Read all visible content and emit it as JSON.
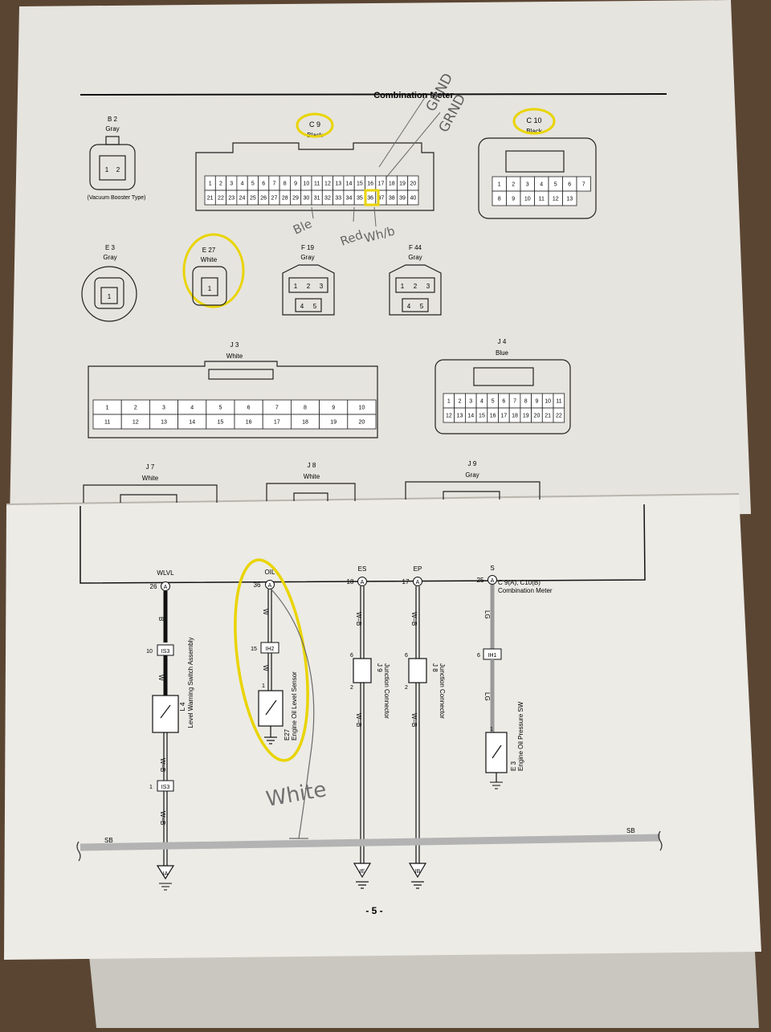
{
  "header": {
    "title": "Combination Meter",
    "page_number": "- 5 -"
  },
  "connectors": {
    "b2": {
      "id": "B 2",
      "color": "Gray",
      "note": "(Vacuum Booster Type)",
      "pins": [
        "1",
        "2"
      ]
    },
    "c9": {
      "id": "C 9",
      "color": "Black",
      "row1": [
        "1",
        "2",
        "3",
        "4",
        "5",
        "6",
        "7",
        "8",
        "9",
        "10",
        "11",
        "12",
        "13",
        "14",
        "15",
        "16",
        "17",
        "18",
        "19",
        "20"
      ],
      "row2": [
        "21",
        "22",
        "23",
        "24",
        "25",
        "26",
        "27",
        "28",
        "29",
        "30",
        "31",
        "32",
        "33",
        "34",
        "35",
        "36",
        "37",
        "38",
        "39",
        "40"
      ]
    },
    "c10": {
      "id": "C 10",
      "color": "Black",
      "row1": [
        "1",
        "2",
        "3",
        "4",
        "5",
        "6",
        "7"
      ],
      "row2": [
        "8",
        "9",
        "10",
        "11",
        "12",
        "13"
      ]
    },
    "e3": {
      "id": "E 3",
      "color": "Gray",
      "pins": [
        "1"
      ]
    },
    "e27": {
      "id": "E 27",
      "color": "White",
      "pins": [
        "1"
      ]
    },
    "f19": {
      "id": "F 19",
      "color": "Gray",
      "pins": [
        "1",
        "2",
        "3",
        "4",
        "5"
      ]
    },
    "f44": {
      "id": "F 44",
      "color": "Gray",
      "pins": [
        "1",
        "2",
        "3",
        "4",
        "5"
      ]
    },
    "j3": {
      "id": "J 3",
      "color": "White",
      "row1": [
        "1",
        "2",
        "3",
        "4",
        "5",
        "6",
        "7",
        "8",
        "9",
        "10"
      ],
      "row2": [
        "11",
        "12",
        "13",
        "14",
        "15",
        "16",
        "17",
        "18",
        "19",
        "20"
      ]
    },
    "j4": {
      "id": "J 4",
      "color": "Blue",
      "row1": [
        "1",
        "2",
        "3",
        "4",
        "5",
        "6",
        "7",
        "8",
        "9",
        "10",
        "11"
      ],
      "row2": [
        "12",
        "13",
        "14",
        "15",
        "16",
        "17",
        "18",
        "19",
        "20",
        "21",
        "22"
      ]
    },
    "j7": {
      "id": "J 7",
      "color": "White"
    },
    "j8": {
      "id": "J 8",
      "color": "White"
    },
    "j9": {
      "id": "J 9",
      "color": "Gray"
    }
  },
  "schematic": {
    "meter_label": "C 9(A), C10(B)",
    "meter_sublabel": "Combination Meter",
    "sb_label": "SB",
    "terminals": [
      {
        "name": "WLVL",
        "pin": "26",
        "letter": "A"
      },
      {
        "name": "OIL",
        "pin": "36",
        "letter": "A"
      },
      {
        "name": "ES",
        "pin": "18",
        "letter": "A"
      },
      {
        "name": "EP",
        "pin": "17",
        "letter": "A"
      },
      {
        "name": "S",
        "pin": "25",
        "letter": "A"
      }
    ],
    "wires": {
      "b": "B",
      "w": "W",
      "wb": "W–B",
      "lg": "LG"
    },
    "inline": {
      "is3": "IS3",
      "ih2": "IH2",
      "ih1": "IH1"
    },
    "pins": {
      "p10": "10",
      "p15": "15",
      "p6": "6",
      "p1": "1",
      "p2": "2"
    },
    "components": {
      "l4": {
        "id": "L 4",
        "name": "Level Warning Switch Assembly"
      },
      "e27": {
        "id": "E27",
        "name": "Engine Oil Level Sensor"
      },
      "j9": {
        "id": "J 9",
        "name": "Junction Connector"
      },
      "j8": {
        "id": "J 8",
        "name": "Junction Connector"
      },
      "e3": {
        "id": "E 3",
        "name": "Engine Oil Pressure SW"
      }
    },
    "grounds": [
      "IA",
      "IE",
      "IB"
    ]
  },
  "handwriting": [
    "GRND",
    "GRND",
    "Ble",
    "Red",
    "Wh/b",
    "White"
  ]
}
